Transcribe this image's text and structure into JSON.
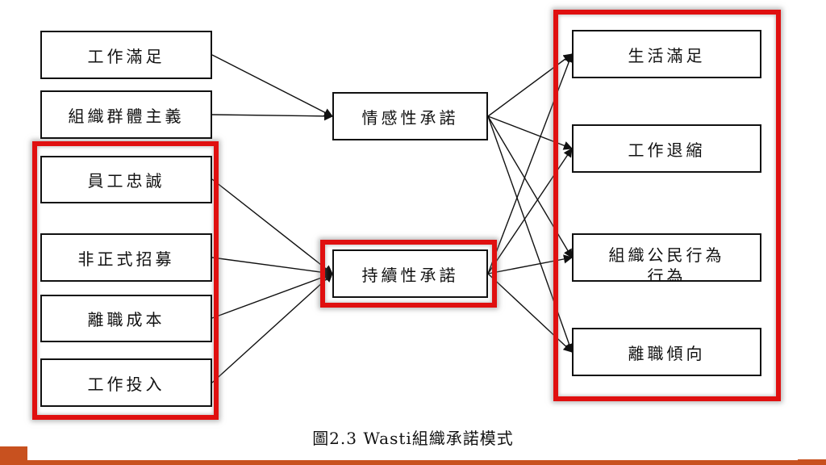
{
  "left_inputs": [
    {
      "id": "job_satisfaction",
      "label": "工作滿足"
    },
    {
      "id": "collectivism",
      "label": "組織群體主義"
    },
    {
      "id": "employee_loyalty",
      "label": "員工忠誠"
    },
    {
      "id": "informal_recruitment",
      "label": "非正式招募"
    },
    {
      "id": "turnover_cost",
      "label": "離職成本"
    },
    {
      "id": "job_investment",
      "label": "工作投入"
    }
  ],
  "middle_nodes": [
    {
      "id": "affective",
      "label": "情感性承諾"
    },
    {
      "id": "continuance",
      "label": "持續性承諾"
    }
  ],
  "outcomes": [
    {
      "id": "life_satisfaction",
      "label": "生活滿足"
    },
    {
      "id": "work_withdrawal",
      "label": "工作退縮"
    },
    {
      "id": "ocb",
      "label": "組織公民行為",
      "label_cut": "行為"
    },
    {
      "id": "turnover_intention",
      "label": "離職傾向"
    }
  ],
  "edges": [
    [
      "job_satisfaction",
      "affective"
    ],
    [
      "collectivism",
      "affective"
    ],
    [
      "employee_loyalty",
      "continuance"
    ],
    [
      "informal_recruitment",
      "continuance"
    ],
    [
      "turnover_cost",
      "continuance"
    ],
    [
      "job_investment",
      "continuance"
    ],
    [
      "affective",
      "life_satisfaction"
    ],
    [
      "affective",
      "work_withdrawal"
    ],
    [
      "affective",
      "ocb"
    ],
    [
      "affective",
      "turnover_intention"
    ],
    [
      "continuance",
      "life_satisfaction"
    ],
    [
      "continuance",
      "work_withdrawal"
    ],
    [
      "continuance",
      "ocb"
    ],
    [
      "continuance",
      "turnover_intention"
    ]
  ],
  "highlight_color": "#e01010",
  "accent_color": "#c8511f",
  "caption": "圖2.3 Wasti組織承諾模式"
}
